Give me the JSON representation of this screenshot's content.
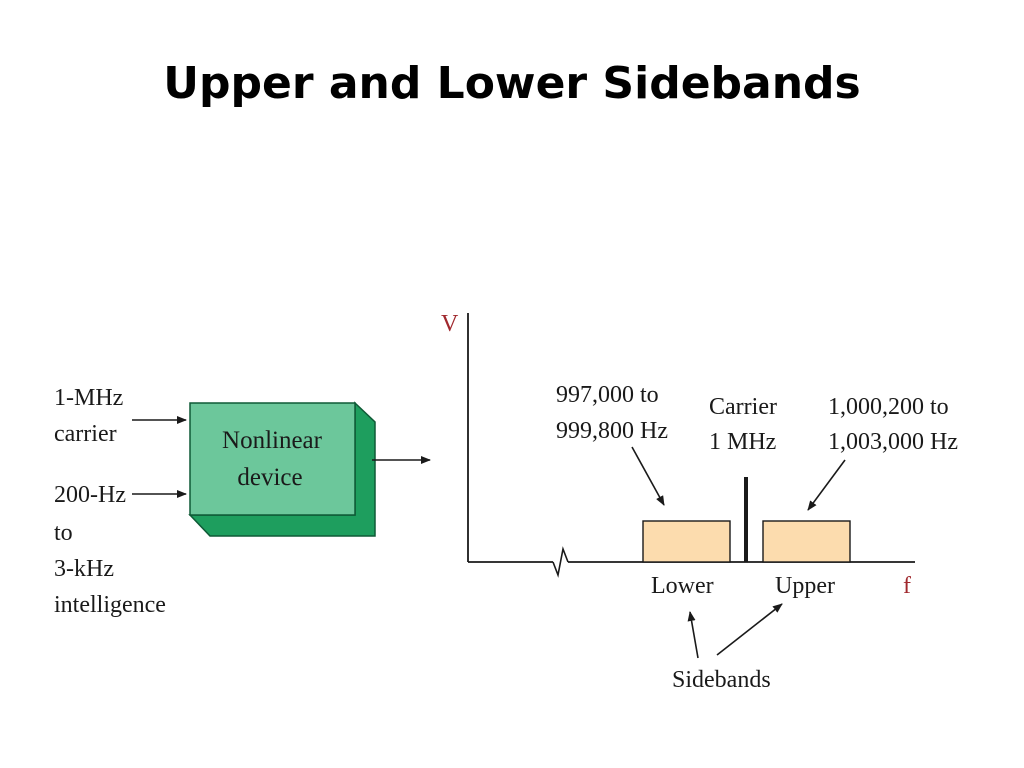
{
  "title": "Upper and Lower Sidebands",
  "diagram": {
    "inputs": {
      "carrier": [
        "1-MHz",
        "carrier"
      ],
      "intelligence": [
        "200-Hz",
        "to",
        "3-kHz",
        "intelligence"
      ]
    },
    "device": [
      "Nonlinear",
      "device"
    ],
    "axes": {
      "y_label": "V",
      "x_label": "f"
    },
    "annotations": {
      "lower_range": [
        "997,000 to",
        "999,800 Hz"
      ],
      "carrier": [
        "Carrier",
        "1 MHz"
      ],
      "upper_range": [
        "1,000,200 to",
        "1,003,000 Hz"
      ]
    },
    "bands": {
      "lower": "Lower",
      "upper": "Upper",
      "sidebands": "Sidebands"
    },
    "colors": {
      "device_front": "#6cc79b",
      "device_side": "#1e9e5e",
      "band_fill": "#fcdcae",
      "axis_label": "#a0282d"
    }
  }
}
